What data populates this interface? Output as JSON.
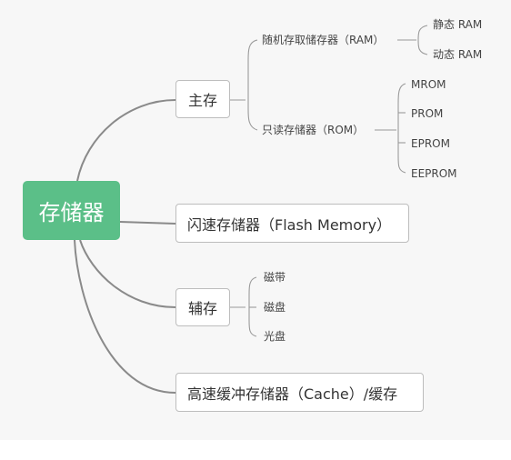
{
  "diagram": {
    "root": "存储器",
    "branches": {
      "main_memory": {
        "label": "主存",
        "ram": {
          "label": "随机存取储存器（RAM）",
          "children": [
            "静态 RAM",
            "动态 RAM"
          ]
        },
        "rom": {
          "label": "只读存储器（ROM）",
          "children": [
            "MROM",
            "PROM",
            "EPROM",
            "EEPROM"
          ]
        }
      },
      "flash": {
        "label": "闪速存储器（Flash Memory）"
      },
      "aux_memory": {
        "label": "辅存",
        "children": [
          "磁带",
          "磁盘",
          "光盘"
        ]
      },
      "cache": {
        "label": "高速缓冲存储器（Cache）/缓存"
      }
    }
  },
  "colors": {
    "root_fill": "#5bbf88",
    "link": "#8a8a8a",
    "background": "#f7f7f7"
  }
}
